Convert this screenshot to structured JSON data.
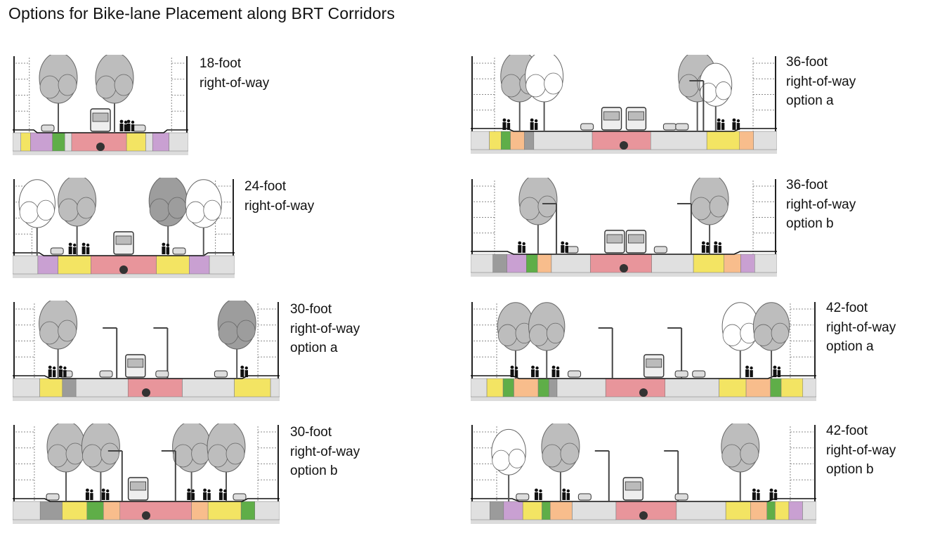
{
  "title": "Options for Bike-lane Placement along BRT Corridors",
  "colors": {
    "brt_lane": "#e8959b",
    "sidewalk": "#f3e463",
    "bike_lane": "#5fae48",
    "parking": "#c9a0d2",
    "buffer": "#f8bd8c",
    "travel_lane": "#e0e0e0",
    "curb": "#9b9b9b",
    "tree_gray": "#bdbdbd",
    "tree_dark": "#9d9d9d",
    "tree_outline": "#ffffff"
  },
  "sections": [
    {
      "id": "18a",
      "label_lines": [
        "18-foot",
        "right-of-way"
      ],
      "strips": [
        {
          "c": "travel_lane",
          "w": 0.6
        },
        {
          "c": "sidewalk",
          "w": 0.7
        },
        {
          "c": "parking",
          "w": 1.6
        },
        {
          "c": "bike_lane",
          "w": 0.9
        },
        {
          "c": "travel_lane",
          "w": 0.5
        },
        {
          "c": "brt_lane",
          "w": 4.0
        },
        {
          "c": "sidewalk",
          "w": 1.4
        },
        {
          "c": "travel_lane",
          "w": 0.5
        },
        {
          "c": "parking",
          "w": 1.2
        },
        {
          "c": "travel_lane",
          "w": 1.4
        }
      ],
      "trees": [
        {
          "x": 0.26,
          "s": 1.0,
          "t": "gray"
        },
        {
          "x": 0.58,
          "s": 1.0,
          "t": "gray"
        }
      ],
      "buses": [
        {
          "x": 0.5
        }
      ],
      "cars": [
        {
          "x": 0.2
        },
        {
          "x": 0.72
        }
      ],
      "people": [
        {
          "x": 0.62
        },
        {
          "x": 0.66
        }
      ]
    },
    {
      "id": "24",
      "label_lines": [
        "24-foot",
        "right-of-way"
      ],
      "strips": [
        {
          "c": "travel_lane",
          "w": 1.0
        },
        {
          "c": "parking",
          "w": 0.8
        },
        {
          "c": "sidewalk",
          "w": 1.3
        },
        {
          "c": "brt_lane",
          "w": 2.6
        },
        {
          "c": "sidewalk",
          "w": 1.3
        },
        {
          "c": "parking",
          "w": 0.8
        },
        {
          "c": "travel_lane",
          "w": 1.0
        }
      ],
      "trees": [
        {
          "x": 0.11,
          "s": 0.95,
          "t": "outline"
        },
        {
          "x": 0.29,
          "s": 1.0,
          "t": "gray"
        },
        {
          "x": 0.7,
          "s": 1.0,
          "t": "dark"
        },
        {
          "x": 0.86,
          "s": 0.95,
          "t": "outline"
        }
      ],
      "buses": [
        {
          "x": 0.5
        }
      ],
      "cars": [
        {
          "x": 0.2
        },
        {
          "x": 0.75
        }
      ],
      "people": [
        {
          "x": 0.26
        },
        {
          "x": 0.32
        },
        {
          "x": 0.68
        }
      ]
    },
    {
      "id": "30a",
      "label_lines": [
        "30-foot",
        "right-of-way",
        "option a"
      ],
      "strips": [
        {
          "c": "travel_lane",
          "w": 1.2
        },
        {
          "c": "sidewalk",
          "w": 1.0
        },
        {
          "c": "curb",
          "w": 0.6
        },
        {
          "c": "travel_lane",
          "w": 2.3
        },
        {
          "c": "brt_lane",
          "w": 2.4
        },
        {
          "c": "travel_lane",
          "w": 2.3
        },
        {
          "c": "sidewalk",
          "w": 1.6
        },
        {
          "c": "travel_lane",
          "w": 0.4
        }
      ],
      "trees": [
        {
          "x": 0.17,
          "s": 1.0,
          "t": "gray"
        },
        {
          "x": 0.84,
          "s": 1.0,
          "t": "dark"
        }
      ],
      "poles": [
        {
          "x": 0.39
        },
        {
          "x": 0.58
        }
      ],
      "buses": [
        {
          "x": 0.46
        }
      ],
      "cars": [
        {
          "x": 0.2
        },
        {
          "x": 0.35
        },
        {
          "x": 0.56
        },
        {
          "x": 0.78
        }
      ],
      "people": [
        {
          "x": 0.14
        },
        {
          "x": 0.18
        },
        {
          "x": 0.86
        }
      ]
    },
    {
      "id": "30b",
      "label_lines": [
        "30-foot",
        "right-of-way",
        "option b"
      ],
      "strips": [
        {
          "c": "travel_lane",
          "w": 1.0
        },
        {
          "c": "curb",
          "w": 0.8
        },
        {
          "c": "sidewalk",
          "w": 0.9
        },
        {
          "c": "bike_lane",
          "w": 0.6
        },
        {
          "c": "buffer",
          "w": 0.6
        },
        {
          "c": "brt_lane",
          "w": 2.6
        },
        {
          "c": "buffer",
          "w": 0.6
        },
        {
          "c": "sidewalk",
          "w": 1.2
        },
        {
          "c": "bike_lane",
          "w": 0.5
        },
        {
          "c": "travel_lane",
          "w": 0.9
        }
      ],
      "trees": [
        {
          "x": 0.2,
          "s": 1.0,
          "t": "gray"
        },
        {
          "x": 0.33,
          "s": 1.0,
          "t": "gray"
        },
        {
          "x": 0.67,
          "s": 1.0,
          "t": "gray"
        },
        {
          "x": 0.8,
          "s": 1.0,
          "t": "gray"
        }
      ],
      "poles": [
        {
          "x": 0.41
        },
        {
          "x": 0.61
        }
      ],
      "buses": [
        {
          "x": 0.47
        }
      ],
      "cars": [
        {
          "x": 0.15
        },
        {
          "x": 0.85
        }
      ],
      "people": [
        {
          "x": 0.28
        },
        {
          "x": 0.34
        },
        {
          "x": 0.66
        },
        {
          "x": 0.72
        },
        {
          "x": 0.78
        }
      ]
    },
    {
      "id": "36a",
      "label_lines": [
        "36-foot",
        "right-of-way",
        "option a"
      ],
      "strips": [
        {
          "c": "travel_lane",
          "w": 0.8
        },
        {
          "c": "sidewalk",
          "w": 0.5
        },
        {
          "c": "bike_lane",
          "w": 0.4
        },
        {
          "c": "buffer",
          "w": 0.6
        },
        {
          "c": "curb",
          "w": 0.4
        },
        {
          "c": "travel_lane",
          "w": 2.5
        },
        {
          "c": "brt_lane",
          "w": 2.5
        },
        {
          "c": "travel_lane",
          "w": 2.4
        },
        {
          "c": "sidewalk",
          "w": 1.4
        },
        {
          "c": "buffer",
          "w": 0.6
        },
        {
          "c": "travel_lane",
          "w": 1.0
        }
      ],
      "trees": [
        {
          "x": 0.16,
          "s": 1.0,
          "t": "gray"
        },
        {
          "x": 0.24,
          "s": 1.0,
          "t": "outline"
        },
        {
          "x": 0.74,
          "s": 1.0,
          "t": "gray"
        },
        {
          "x": 0.8,
          "s": 0.85,
          "t": "outline"
        }
      ],
      "poles": [
        {
          "x": 0.76
        }
      ],
      "buses": [
        {
          "x": 0.46
        },
        {
          "x": 0.54
        }
      ],
      "cars": [
        {
          "x": 0.38
        },
        {
          "x": 0.65
        },
        {
          "x": 0.69
        }
      ],
      "people": [
        {
          "x": 0.11
        },
        {
          "x": 0.2
        },
        {
          "x": 0.81
        },
        {
          "x": 0.86
        }
      ]
    },
    {
      "id": "36b",
      "label_lines": [
        "36-foot",
        "right-of-way",
        "option b"
      ],
      "strips": [
        {
          "c": "travel_lane",
          "w": 0.8
        },
        {
          "c": "curb",
          "w": 0.5
        },
        {
          "c": "parking",
          "w": 0.7
        },
        {
          "c": "bike_lane",
          "w": 0.4
        },
        {
          "c": "buffer",
          "w": 0.5
        },
        {
          "c": "travel_lane",
          "w": 1.4
        },
        {
          "c": "brt_lane",
          "w": 2.2
        },
        {
          "c": "travel_lane",
          "w": 1.5
        },
        {
          "c": "sidewalk",
          "w": 1.1
        },
        {
          "c": "buffer",
          "w": 0.6
        },
        {
          "c": "parking",
          "w": 0.5
        },
        {
          "c": "travel_lane",
          "w": 0.8
        }
      ],
      "trees": [
        {
          "x": 0.22,
          "s": 1.0,
          "t": "gray"
        },
        {
          "x": 0.78,
          "s": 1.0,
          "t": "gray"
        }
      ],
      "poles": [
        {
          "x": 0.28
        },
        {
          "x": 0.72
        }
      ],
      "buses": [
        {
          "x": 0.47
        },
        {
          "x": 0.54
        }
      ],
      "cars": [
        {
          "x": 0.33
        },
        {
          "x": 0.62
        }
      ],
      "people": [
        {
          "x": 0.16
        },
        {
          "x": 0.3
        },
        {
          "x": 0.76
        },
        {
          "x": 0.8
        }
      ]
    },
    {
      "id": "42a",
      "label_lines": [
        "42-foot",
        "right-of-way",
        "option a"
      ],
      "strips": [
        {
          "c": "travel_lane",
          "w": 0.6
        },
        {
          "c": "sidewalk",
          "w": 0.6
        },
        {
          "c": "bike_lane",
          "w": 0.4
        },
        {
          "c": "buffer",
          "w": 0.9
        },
        {
          "c": "bike_lane",
          "w": 0.4
        },
        {
          "c": "curb",
          "w": 0.3
        },
        {
          "c": "travel_lane",
          "w": 1.8
        },
        {
          "c": "brt_lane",
          "w": 2.2
        },
        {
          "c": "travel_lane",
          "w": 2.0
        },
        {
          "c": "sidewalk",
          "w": 1.0
        },
        {
          "c": "buffer",
          "w": 0.9
        },
        {
          "c": "bike_lane",
          "w": 0.4
        },
        {
          "c": "sidewalk",
          "w": 0.8
        },
        {
          "c": "travel_lane",
          "w": 0.5
        }
      ],
      "trees": [
        {
          "x": 0.13,
          "s": 0.95,
          "t": "gray"
        },
        {
          "x": 0.22,
          "s": 0.95,
          "t": "gray"
        },
        {
          "x": 0.78,
          "s": 0.95,
          "t": "outline"
        },
        {
          "x": 0.87,
          "s": 0.95,
          "t": "gray"
        }
      ],
      "poles": [
        {
          "x": 0.41
        },
        {
          "x": 0.61
        }
      ],
      "buses": [
        {
          "x": 0.53
        }
      ],
      "cars": [
        {
          "x": 0.3
        },
        {
          "x": 0.61
        },
        {
          "x": 0.66
        }
      ],
      "people": [
        {
          "x": 0.12
        },
        {
          "x": 0.18
        },
        {
          "x": 0.24
        },
        {
          "x": 0.8
        },
        {
          "x": 0.88
        }
      ]
    },
    {
      "id": "42b",
      "label_lines": [
        "42-foot",
        "right-of-way",
        "option b"
      ],
      "strips": [
        {
          "c": "travel_lane",
          "w": 0.7
        },
        {
          "c": "curb",
          "w": 0.5
        },
        {
          "c": "parking",
          "w": 0.7
        },
        {
          "c": "sidewalk",
          "w": 0.7
        },
        {
          "c": "bike_lane",
          "w": 0.3
        },
        {
          "c": "buffer",
          "w": 0.8
        },
        {
          "c": "travel_lane",
          "w": 1.6
        },
        {
          "c": "brt_lane",
          "w": 2.2
        },
        {
          "c": "travel_lane",
          "w": 1.8
        },
        {
          "c": "sidewalk",
          "w": 0.9
        },
        {
          "c": "buffer",
          "w": 0.6
        },
        {
          "c": "bike_lane",
          "w": 0.3
        },
        {
          "c": "sidewalk",
          "w": 0.5
        },
        {
          "c": "parking",
          "w": 0.5
        },
        {
          "c": "travel_lane",
          "w": 0.5
        }
      ],
      "trees": [
        {
          "x": 0.11,
          "s": 0.9,
          "t": "outline"
        },
        {
          "x": 0.26,
          "s": 1.0,
          "t": "gray"
        },
        {
          "x": 0.78,
          "s": 1.0,
          "t": "gray"
        }
      ],
      "poles": [
        {
          "x": 0.4
        },
        {
          "x": 0.6
        }
      ],
      "buses": [
        {
          "x": 0.47
        }
      ],
      "cars": [
        {
          "x": 0.15
        },
        {
          "x": 0.33
        },
        {
          "x": 0.61
        }
      ],
      "people": [
        {
          "x": 0.19
        },
        {
          "x": 0.27
        },
        {
          "x": 0.82
        },
        {
          "x": 0.87
        }
      ]
    }
  ]
}
